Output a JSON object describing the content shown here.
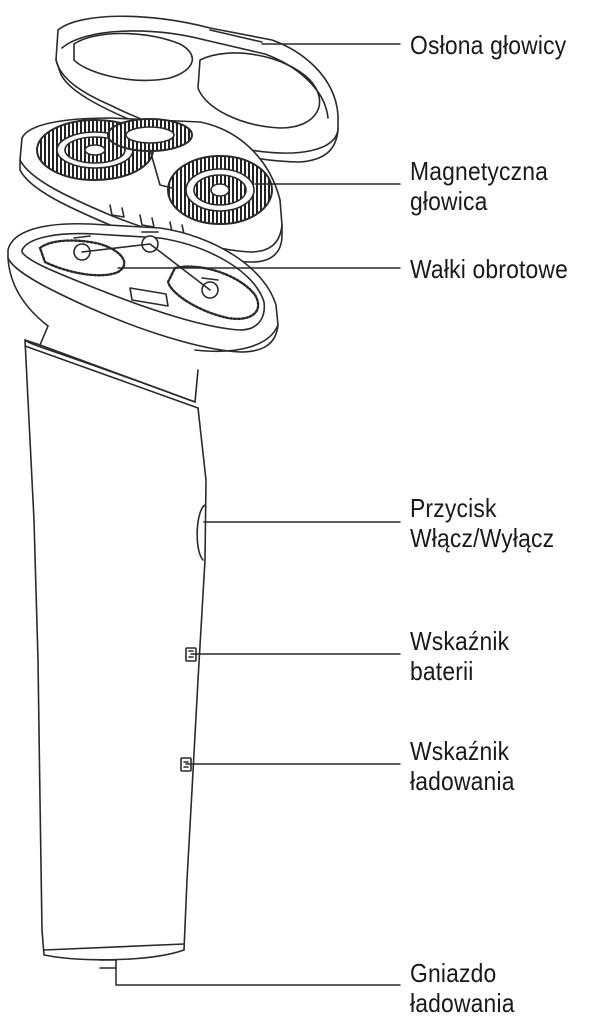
{
  "labels": {
    "cover": {
      "line1": "Osłona głowicy"
    },
    "head": {
      "line1": "Magnetyczna",
      "line2": "głowica"
    },
    "rollers": {
      "line1": "Wałki obrotowe"
    },
    "power": {
      "line1": "Przycisk",
      "line2": "Włącz/Wyłącz"
    },
    "battery": {
      "line1": "Wskaźnik",
      "line2": "baterii"
    },
    "charging": {
      "line1": "Wskaźnik",
      "line2": "ładowania"
    },
    "socket": {
      "line1": "Gniazdo",
      "line2": "ładowania"
    }
  },
  "colors": {
    "line": "#2a2a2a",
    "text": "#1a1a1a",
    "background": "#ffffff"
  }
}
